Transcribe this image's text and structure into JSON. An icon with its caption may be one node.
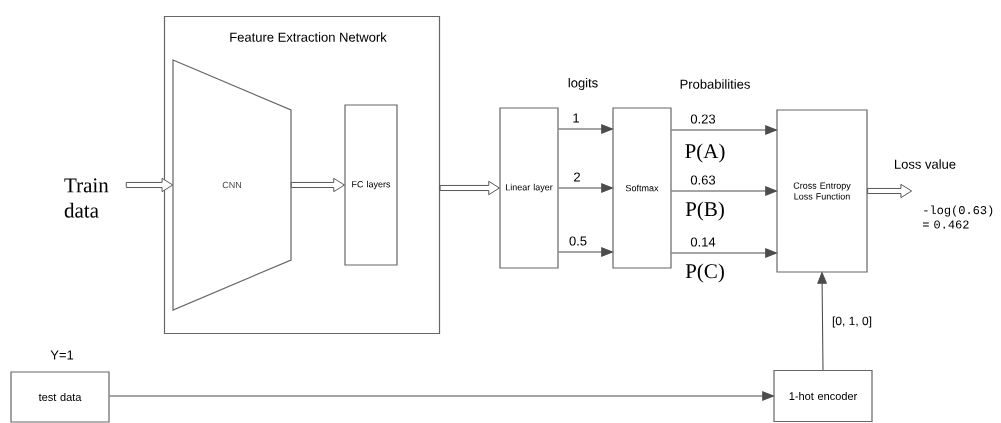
{
  "diagram": {
    "nodes": [
      {
        "text": [
          "Feature Extraction Network"
        ]
      },
      {
        "text": [
          "CNN"
        ],
        "in": 0
      },
      {
        "text": [
          "FC layers"
        ],
        "in": 0
      },
      {
        "text": [
          "Linear layer"
        ]
      },
      {
        "text": [
          "Softmax"
        ]
      },
      {
        "text": [
          "Cross Entropy Loss Function"
        ]
      },
      {
        "text": [
          "test data"
        ],
        "beside": [
          "Y=1"
        ]
      },
      {
        "text": [
          "1-hot encoder"
        ]
      },
      {
        "text": [
          "Train data"
        ]
      }
    ],
    "edges": [
      {
        "from": 8,
        "to": 1,
        "arrow": "to",
        "style": "thick"
      },
      {
        "from": 1,
        "to": 2,
        "arrow": "to",
        "style": "thick"
      },
      {
        "from": 0,
        "to": 3,
        "arrow": "to",
        "style": "thick"
      },
      {
        "from": 3,
        "to": 4,
        "arrow": "to",
        "label": "1"
      },
      {
        "from": 3,
        "to": 4,
        "arrow": "to",
        "label": "2"
      },
      {
        "from": 3,
        "to": 4,
        "arrow": "to",
        "label": "0.5"
      },
      {
        "from": 4,
        "to": 5,
        "arrow": "to",
        "label": "0.23"
      },
      {
        "from": 4,
        "to": 5,
        "arrow": "to",
        "label": "0.63"
      },
      {
        "from": 4,
        "to": 5,
        "arrow": "to",
        "label": "0.14"
      },
      {
        "from": 6,
        "to": 7,
        "arrow": "to"
      },
      {
        "from": 7,
        "to": 5,
        "arrow": "to",
        "label": "[0, 1, 0]"
      },
      {
        "from": 5,
        "to": null,
        "arrow": "to",
        "label": "Loss value",
        "style": "thick"
      }
    ],
    "labels": [
      "logits",
      "Probabilities",
      "P(A)",
      "P(B)",
      "P(C)",
      "-log(0.63) = 0.462"
    ]
  }
}
